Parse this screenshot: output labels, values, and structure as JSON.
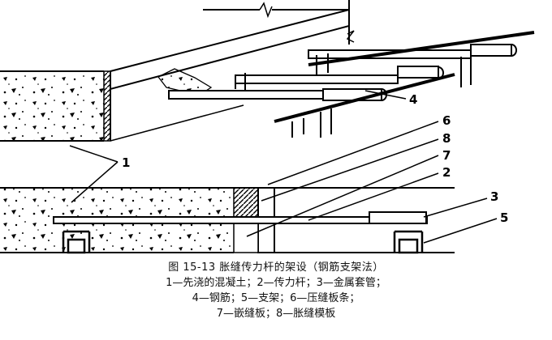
{
  "figure": {
    "labels": [
      "1",
      "2",
      "3",
      "4",
      "5",
      "6",
      "7",
      "8"
    ]
  },
  "caption": {
    "title": "图 15-13   胀缝传力杆的架设（钢筋支架法）",
    "legend": [
      "1—先浇的混凝土；2—传力杆；3—金属套管；",
      "4—钢筋；5—支架；6—压缝板条；",
      "7—嵌缝板；8—胀缝模板"
    ]
  },
  "colors": {
    "ink": "#000000",
    "paper": "#ffffff"
  }
}
